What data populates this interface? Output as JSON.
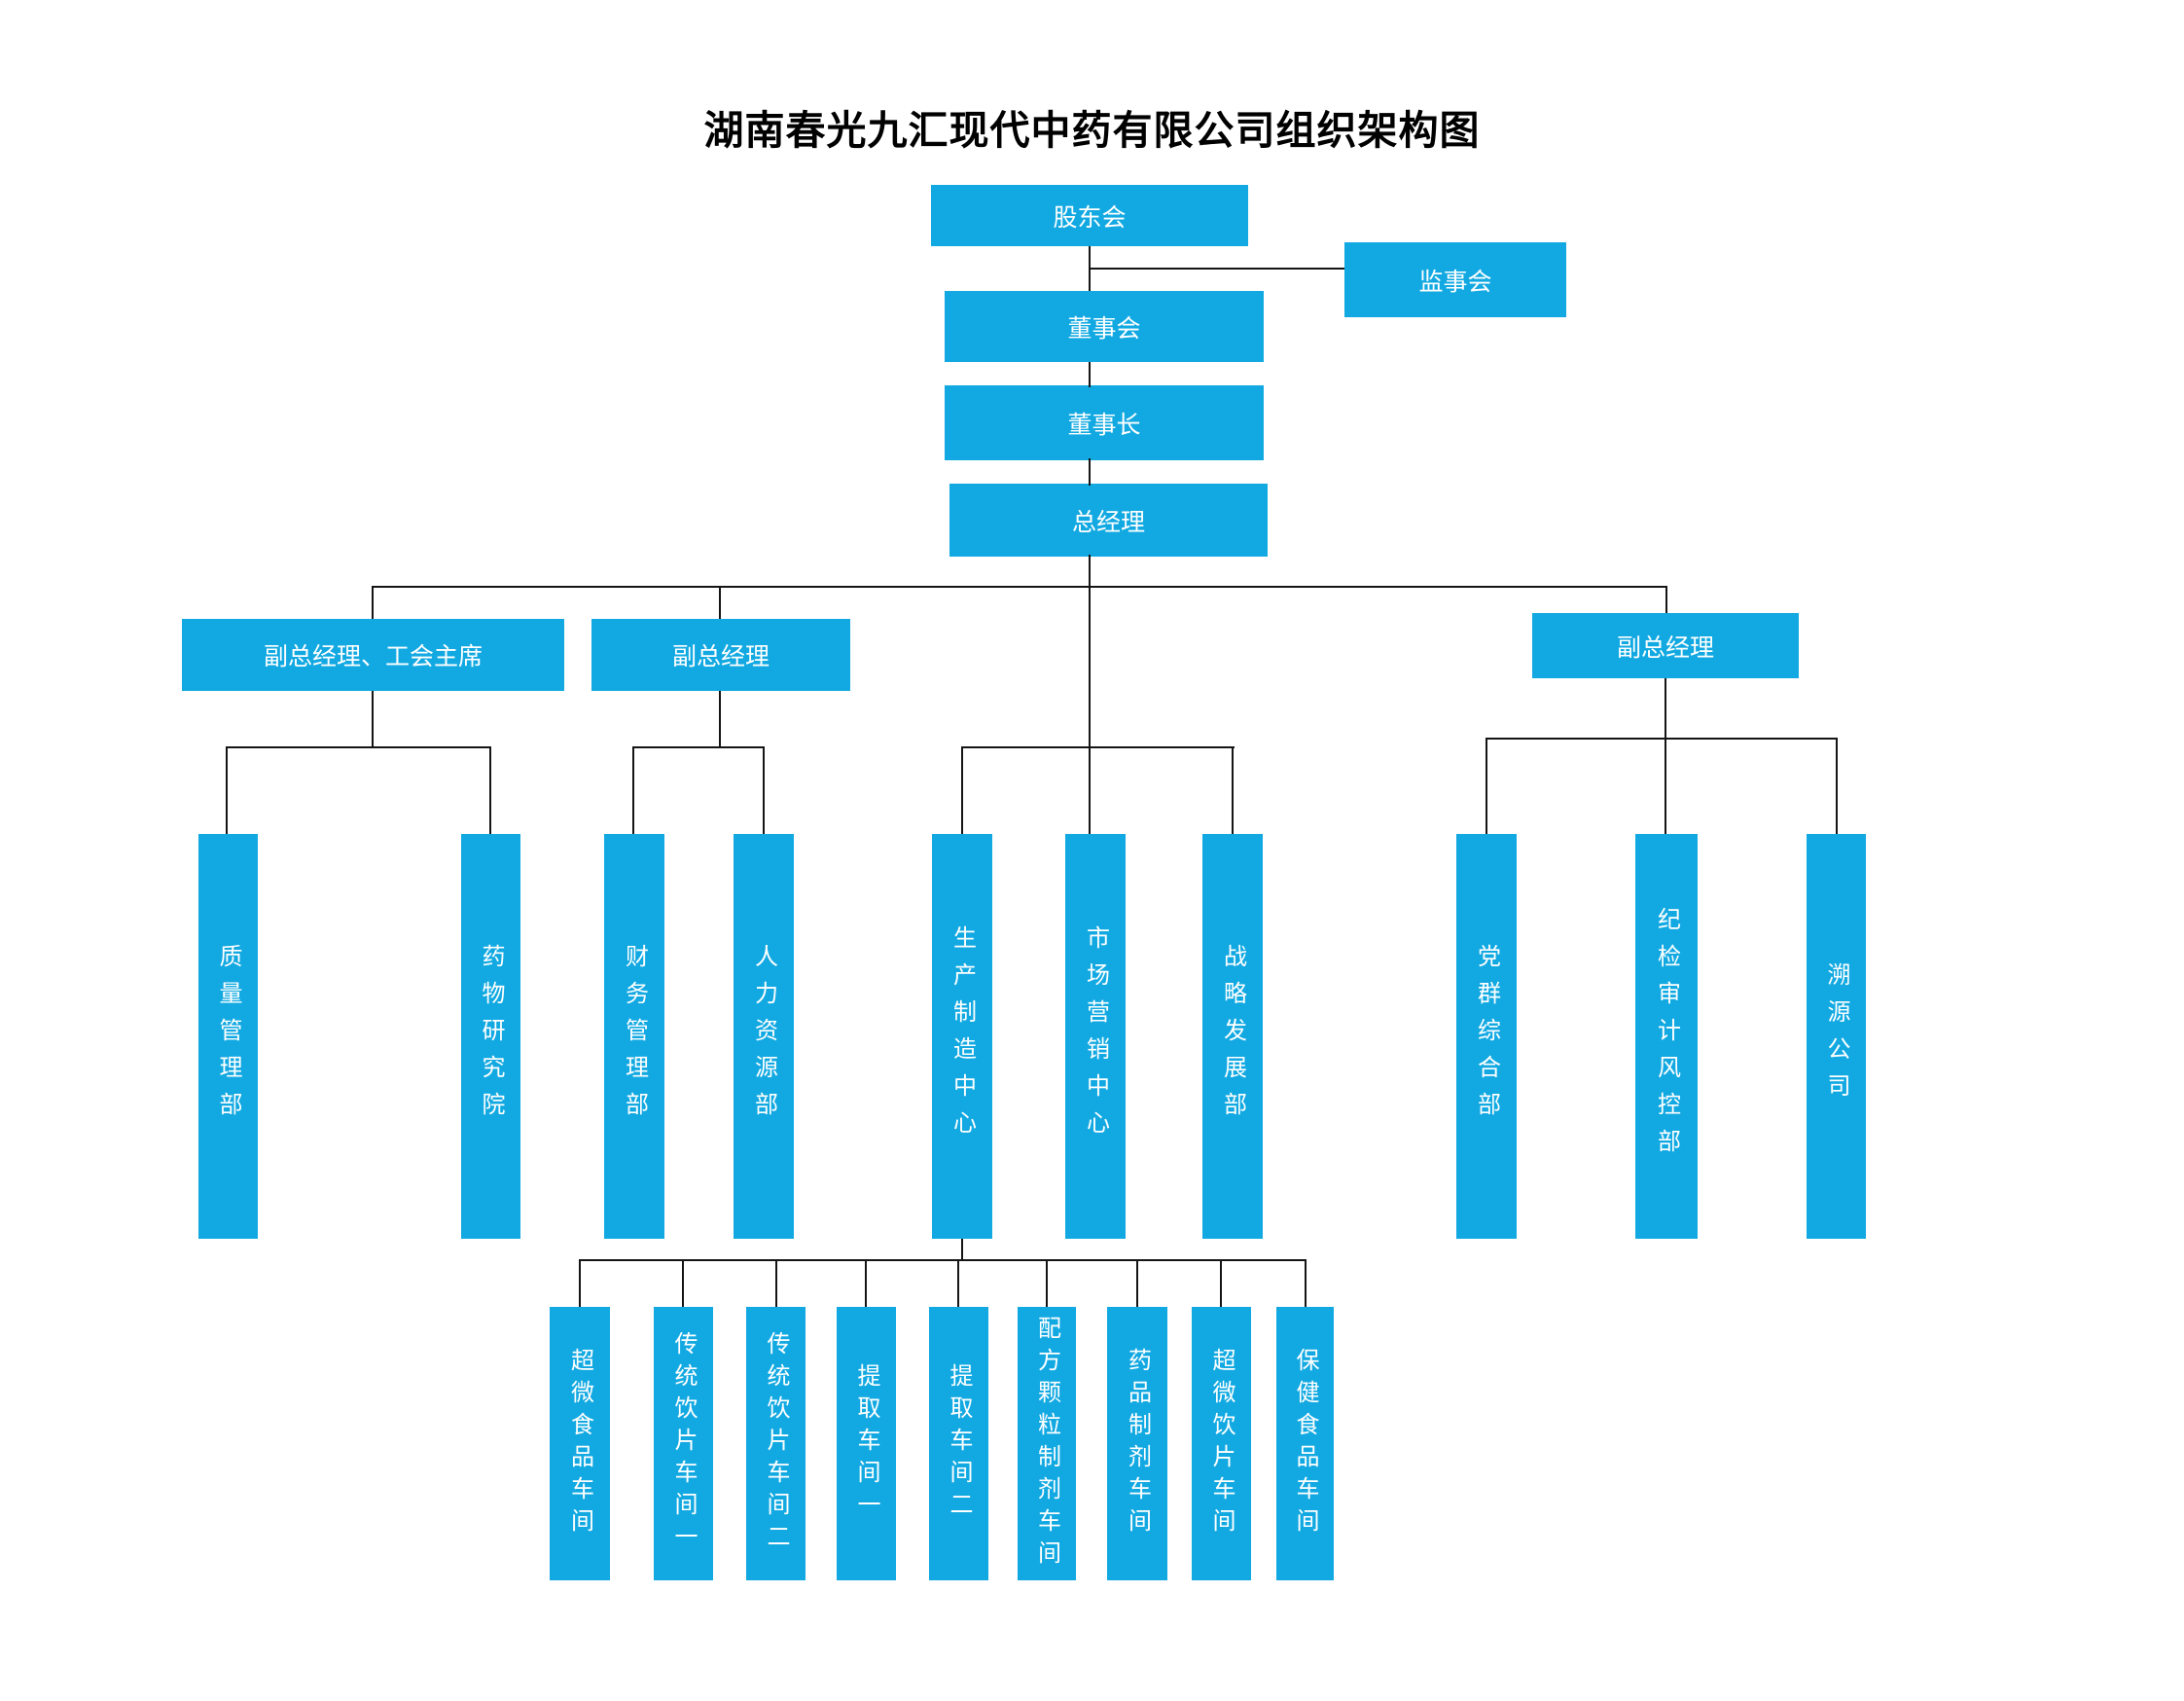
{
  "title": "湖南春光九汇现代中药有限公司组织架构图",
  "colors": {
    "node_fill": "#12A9E2",
    "node_text": "#FFFFFF",
    "connector": "#151515",
    "background": "#FFFFFF",
    "title_text": "#000000"
  },
  "nodes": {
    "shareholders": "股东会",
    "supervisory_board": "监事会",
    "board_of_directors": "董事会",
    "chairman": "董事长",
    "general_manager": "总经理",
    "vp_union_chair": "副总经理、工会主席",
    "vp_admin": "副总经理",
    "vp_oversight": "副总经理",
    "departments": [
      "质量管理部",
      "药物研究院",
      "财务管理部",
      "人力资源部",
      "生产制造中心",
      "市场营销中心",
      "战略发展部",
      "党群综合部",
      "纪检审计风控部",
      "溯源公司"
    ],
    "workshops": [
      "超微食品车间",
      "传统饮片车间一",
      "传统饮片车间二",
      "提取车间一",
      "提取车间二",
      "配方颗粒制剂车间",
      "药品制剂车间",
      "超微饮片车间",
      "保健食品车间"
    ]
  }
}
